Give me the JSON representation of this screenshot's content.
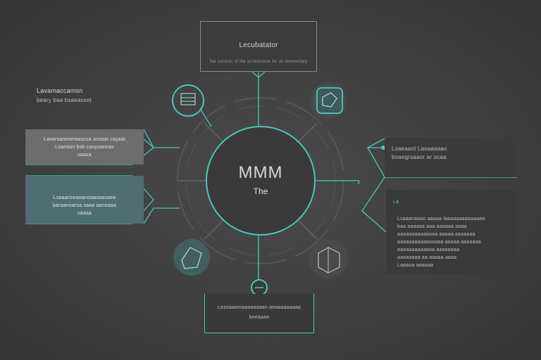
{
  "hub": {
    "title": "MMM",
    "subtitle": "The"
  },
  "top_box": {
    "title": "Lecubatator",
    "subtitle": "the solution of the architecture for an elementary"
  },
  "left_label": {
    "line1": "Lavamaccamsn",
    "line2": "beary baa bsaeasset"
  },
  "box_a": {
    "line1": "Lavarsaneamaascsa assaat cayaat",
    "line2": "Lsaeaan bsb canyoancas",
    "line3": "saasa"
  },
  "box_b": {
    "line1": "Lsaaanseaoanoaasaasaea",
    "line2": "baraanoarsa saaa aaneaaa",
    "line3": "saaaa"
  },
  "box_c": {
    "line1": "Lsaeaant Laoaaaaao",
    "line2": "boaegrsaaor ar ocaa"
  },
  "box_d": {
    "marker": "La",
    "paragraph": "Lsaaanaaao aaaaa laaaaaaaaaaaaaa\nbaa aaaaaa aaa aaaaaa aaaa\naaaaaaaaaaaaaa aaaaa aaaaaaa\naaaaaaaaaaaaaaaa aaaaa aaaaaaa\naaaaaaaaaaaaa aaaaaaaa\naaaaaaaa aa aaaaa aaaa\nLaaaaa aaaaaa"
  },
  "bottom_box": {
    "line1": "Leasaaamaaaaaaaan aeaaaaaaaaa",
    "line2": "beeaaae"
  },
  "colors": {
    "accent": "#4cc5b8",
    "background": "#404040",
    "hub": "#3a3a3a"
  },
  "icons": [
    "stack-icon",
    "bag-icon",
    "cube-icon",
    "box-icon",
    "minus-icon"
  ]
}
